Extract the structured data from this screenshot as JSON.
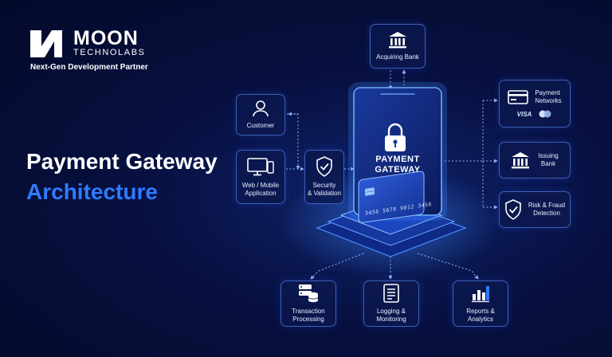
{
  "brand": {
    "name": "MOON",
    "sub": "TECHNOLABS",
    "tagline": "Next-Gen Development Partner"
  },
  "title": {
    "line1": "Payment Gateway",
    "line2": "Architecture"
  },
  "colors": {
    "accent": "#2f7bff",
    "background": "#061035",
    "node_border": "#3e5fb8",
    "glow": "#3d8bff"
  },
  "center": {
    "label": "PAYMENT\nGATEWAY",
    "card_number": "3456  5678  9012  3456",
    "icon": "padlock-icon"
  },
  "nodes": {
    "acquiring_bank": {
      "label": "Acquiring Bank",
      "icon": "bank-icon"
    },
    "customer": {
      "label": "Customer",
      "icon": "user-icon"
    },
    "web_mobile": {
      "label": "Web / Mobile\nApplication",
      "icon": "devices-icon"
    },
    "security": {
      "label": "Security\n& Validation",
      "icon": "shield-check-icon"
    },
    "payment_networks": {
      "label": "Payment\nNetworks",
      "icon": "credit-card-icon",
      "brand_text": "VISA"
    },
    "issuing_bank": {
      "label": "Issuing\nBank",
      "icon": "bank-icon"
    },
    "risk_fraud": {
      "label": "Risk & Fraud\nDetection",
      "icon": "shield-check-icon"
    },
    "transaction": {
      "label": "Transaction\nProcessing",
      "icon": "server-database-icon"
    },
    "logging": {
      "label": "Logging &\nMonitoring",
      "icon": "document-list-icon"
    },
    "reports": {
      "label": "Reports &\nAnalytics",
      "icon": "bar-chart-icon"
    }
  }
}
